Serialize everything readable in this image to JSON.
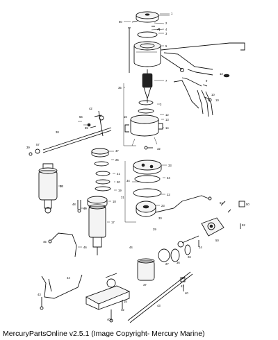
{
  "caption": "MercuryPartsOnline v2.5.1 (Image Copyright- Mercury Marine)",
  "callouts": {
    "c1": "1",
    "c2": "2",
    "c3": "3",
    "c4": "4",
    "c5": "5",
    "c7": "7",
    "c9": "9",
    "c10": "10",
    "c12": "12",
    "c13": "13",
    "c14": "14",
    "c15": "15",
    "c16": "16",
    "c17": "17",
    "c18": "18",
    "c19": "19",
    "c20": "20",
    "c21": "21",
    "c22": "22",
    "c23": "23",
    "c24": "24",
    "c25": "25",
    "c26": "26",
    "c27": "27",
    "c29": "29",
    "c30": "30",
    "c31": "31",
    "c32": "32",
    "c33": "33",
    "c34": "34",
    "c35": "35",
    "c36": "36",
    "c37": "37",
    "c38": "38",
    "c39": "39",
    "c40": "40",
    "c41": "41",
    "c42": "42",
    "c43": "43",
    "c44": "44",
    "c45": "45",
    "c46": "46",
    "c47": "47",
    "c48": "48",
    "c49": "49",
    "c50": "50",
    "c51": "51",
    "c52": "52",
    "c55": "55",
    "c56": "56",
    "c57": "57",
    "c58": "58",
    "c60": "60"
  }
}
